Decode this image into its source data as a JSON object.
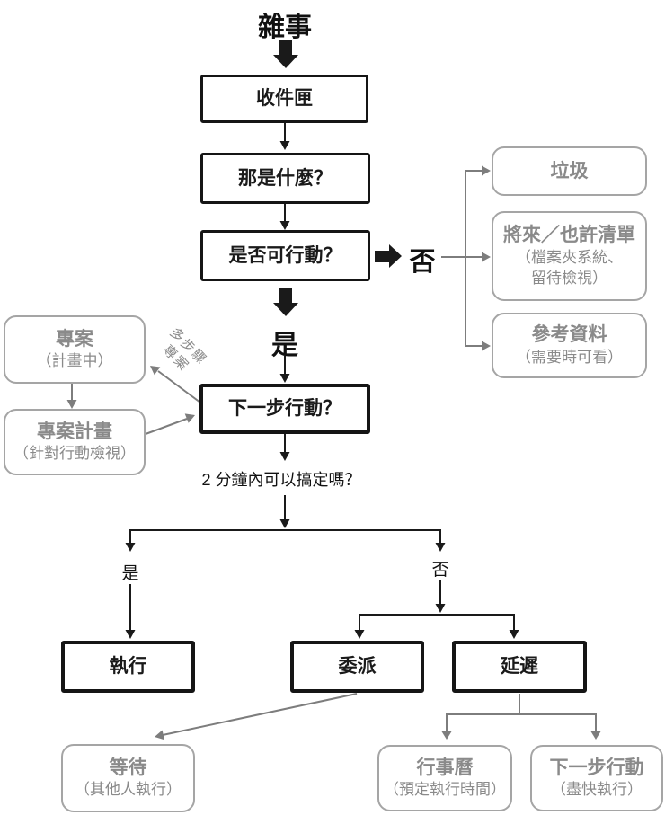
{
  "labels": {
    "title": "雜事",
    "no_branch": "否",
    "yes_branch": "是",
    "two_minute_question": "2 分鐘內可以搞定嗎？",
    "yes_small": "是",
    "no_small": "否",
    "multi_step_line1": "多步驟",
    "multi_step_line2": "專案"
  },
  "nodes": {
    "inbox": {
      "label": "收件匣"
    },
    "what": {
      "label": "那是什麼？"
    },
    "actionable": {
      "label": "是否可行動？"
    },
    "next_action": {
      "label": "下一步行動？"
    },
    "trash": {
      "label": "垃圾"
    },
    "someday": {
      "label": "將來／也許清單",
      "note1": "（檔案夾系統、",
      "note2": "留待檢視）"
    },
    "reference": {
      "label": "參考資料",
      "note1": "（需要時可看）"
    },
    "projects": {
      "label": "專案",
      "note1": "（計畫中）"
    },
    "project_plans": {
      "label": "專案計畫",
      "note1": "（針對行動檢視）"
    },
    "do": {
      "label": "執行"
    },
    "delegate": {
      "label": "委派"
    },
    "defer": {
      "label": "延遲"
    },
    "waiting": {
      "label": "等待",
      "note1": "（其他人執行）"
    },
    "calendar": {
      "label": "行事曆",
      "note1": "（預定執行時間）"
    },
    "next_asap": {
      "label": "下一步行動",
      "note1": "（盡快執行）"
    }
  },
  "colors": {
    "ink": "#1a1a1a",
    "wire_gray": "#7d7d7d",
    "ghost_border": "#a5a5a5",
    "ghost_text": "#8a8a8a"
  }
}
